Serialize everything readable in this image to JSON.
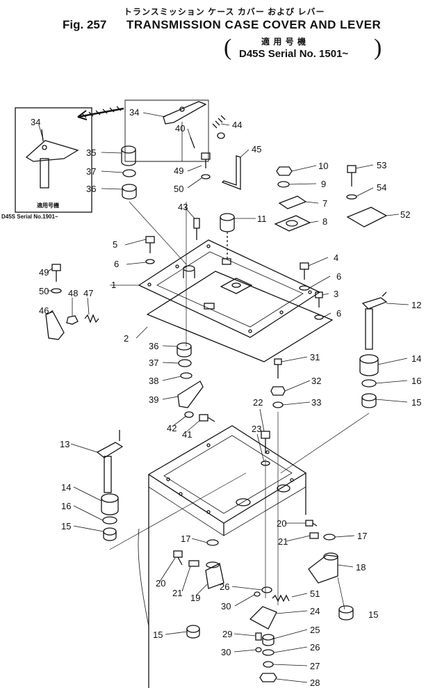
{
  "header": {
    "japanese_title": "トランスミッション ケース カバー および レバー",
    "figure_number": "Fig. 257",
    "title": "TRANSMISSION CASE COVER AND LEVER",
    "applicability_label": "適 用 号 機",
    "serial": "D45S Serial No. 1501~"
  },
  "inset": {
    "applicability_label": "適用号機",
    "serial": "D45S Serial No.1901~",
    "part": "34"
  },
  "callouts": [
    "1",
    "2",
    "3",
    "4",
    "5",
    "6",
    "6",
    "6",
    "7",
    "8",
    "9",
    "10",
    "11",
    "12",
    "13",
    "14",
    "14",
    "15",
    "15",
    "15",
    "15",
    "16",
    "16",
    "17",
    "17",
    "18",
    "19",
    "20",
    "20",
    "21",
    "21",
    "22",
    "23",
    "24",
    "25",
    "26",
    "26",
    "27",
    "28",
    "29",
    "30",
    "30",
    "31",
    "32",
    "33",
    "34",
    "35",
    "36",
    "36",
    "37",
    "37",
    "38",
    "39",
    "40",
    "41",
    "42",
    "43",
    "44",
    "45",
    "46",
    "47",
    "48",
    "49",
    "49",
    "50",
    "50",
    "51",
    "52",
    "53",
    "54"
  ]
}
